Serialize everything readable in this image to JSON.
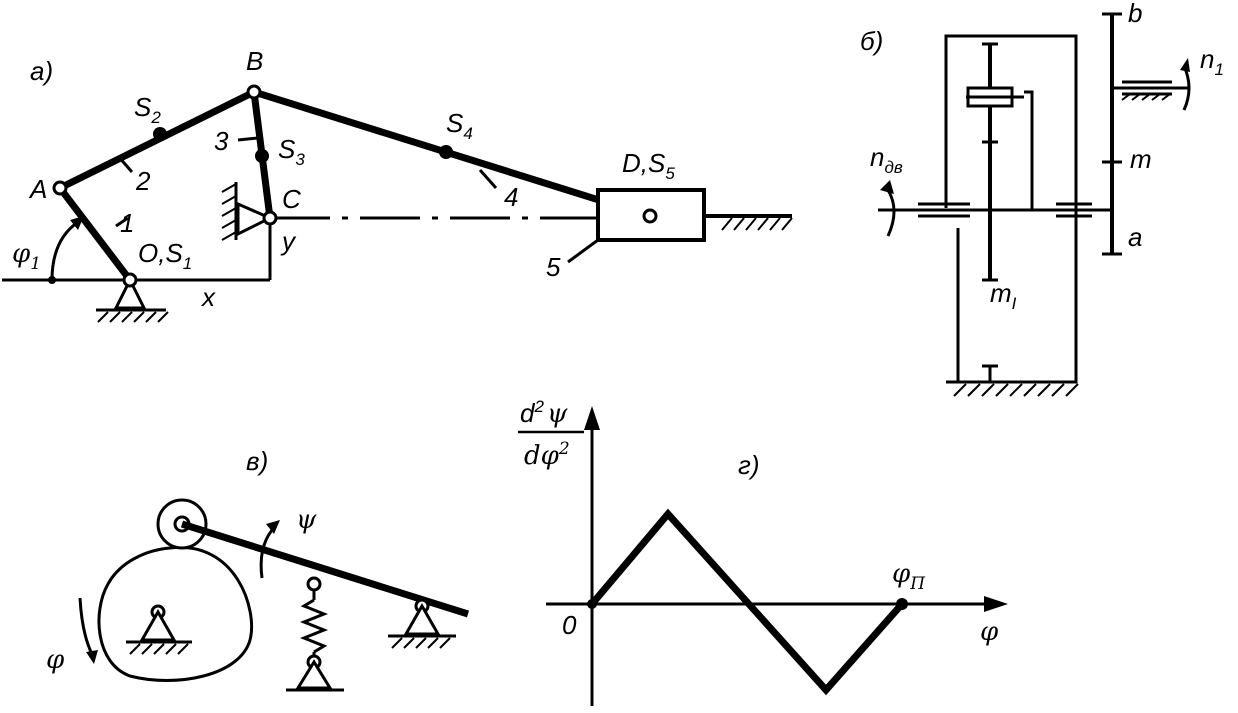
{
  "figures": {
    "a": {
      "part_label": "а)",
      "points": {
        "A": "A",
        "B": "B",
        "C": "C",
        "D": "D,S",
        "D_sub": "5",
        "O": "O,S",
        "O_sub": "1"
      },
      "centers": {
        "S2": "S",
        "S2_sub": "2",
        "S3": "S",
        "S3_sub": "3",
        "S4": "S",
        "S4_sub": "4"
      },
      "links": [
        "1",
        "2",
        "3",
        "4",
        "5"
      ],
      "angle": "φ",
      "angle_sub": "1",
      "axis_x": "x",
      "axis_y": "y"
    },
    "b": {
      "part_label": "б)",
      "input_speed": "n",
      "input_speed_sub": "дв",
      "output_speed": "n",
      "output_speed_sub": "1",
      "labels": {
        "b": "b",
        "m": "m",
        "a": "a",
        "ml": "m",
        "ml_sub": "I"
      }
    },
    "v": {
      "part_label": "в)",
      "psi": "ψ",
      "phi": "φ"
    },
    "g": {
      "part_label": "г)",
      "ylabel_num": "d",
      "ylabel_num_sup": "2",
      "ylabel_num_sym": "ψ",
      "ylabel_den": "dφ",
      "ylabel_den_sup": "2",
      "origin": "0",
      "xlabel": "φ",
      "phi_p": "φ",
      "phi_p_sub": "П"
    }
  }
}
